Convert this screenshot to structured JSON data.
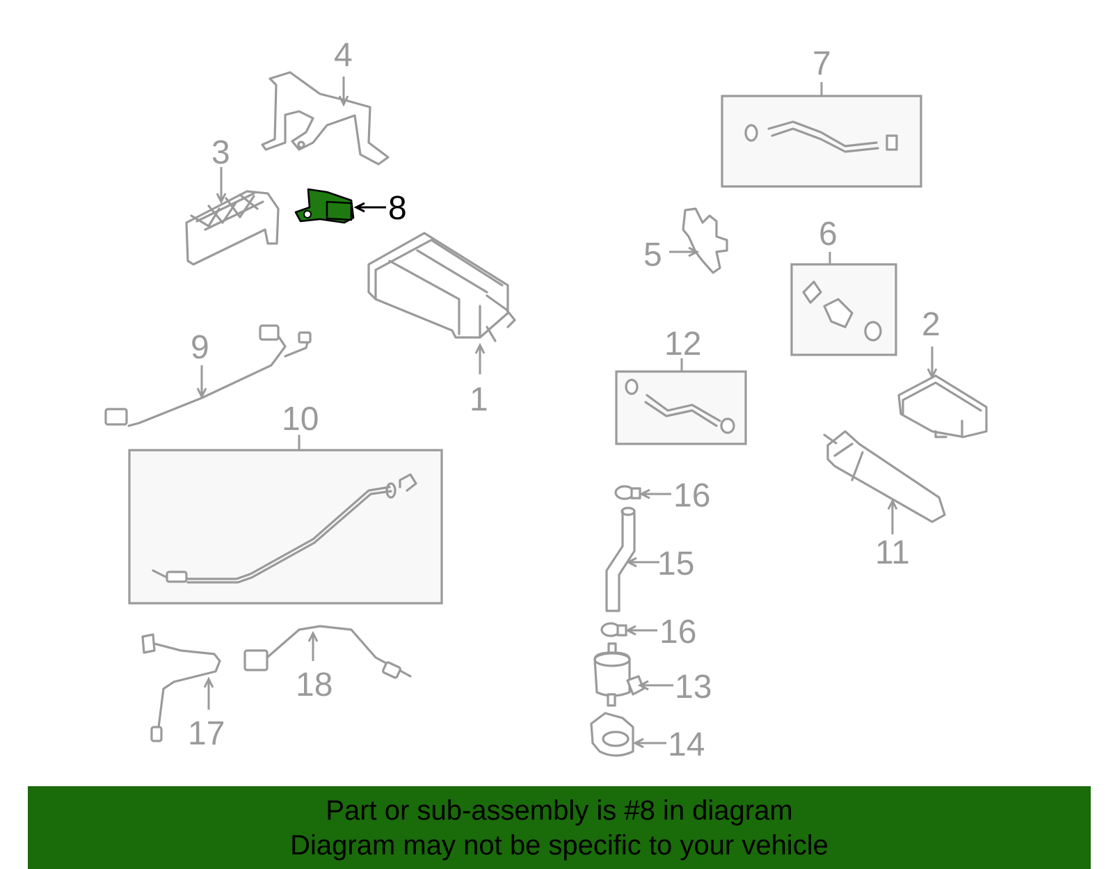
{
  "colors": {
    "part_stroke": "#9a9a9a",
    "highlight_fill": "#1e7a10",
    "banner_bg": "#1a6b0a",
    "banner_text": "#000000"
  },
  "callouts": {
    "c1": "1",
    "c2": "2",
    "c3": "3",
    "c4": "4",
    "c5": "5",
    "c6": "6",
    "c7": "7",
    "c8": "8",
    "c9": "9",
    "c10": "10",
    "c11": "11",
    "c12": "12",
    "c13": "13",
    "c14": "14",
    "c15": "15",
    "c16a": "16",
    "c16b": "16",
    "c17": "17",
    "c18": "18"
  },
  "highlighted_part": "8",
  "banner": {
    "line1": "Part or sub-assembly is #8 in diagram",
    "line2": "Diagram may not be specific to your vehicle"
  }
}
